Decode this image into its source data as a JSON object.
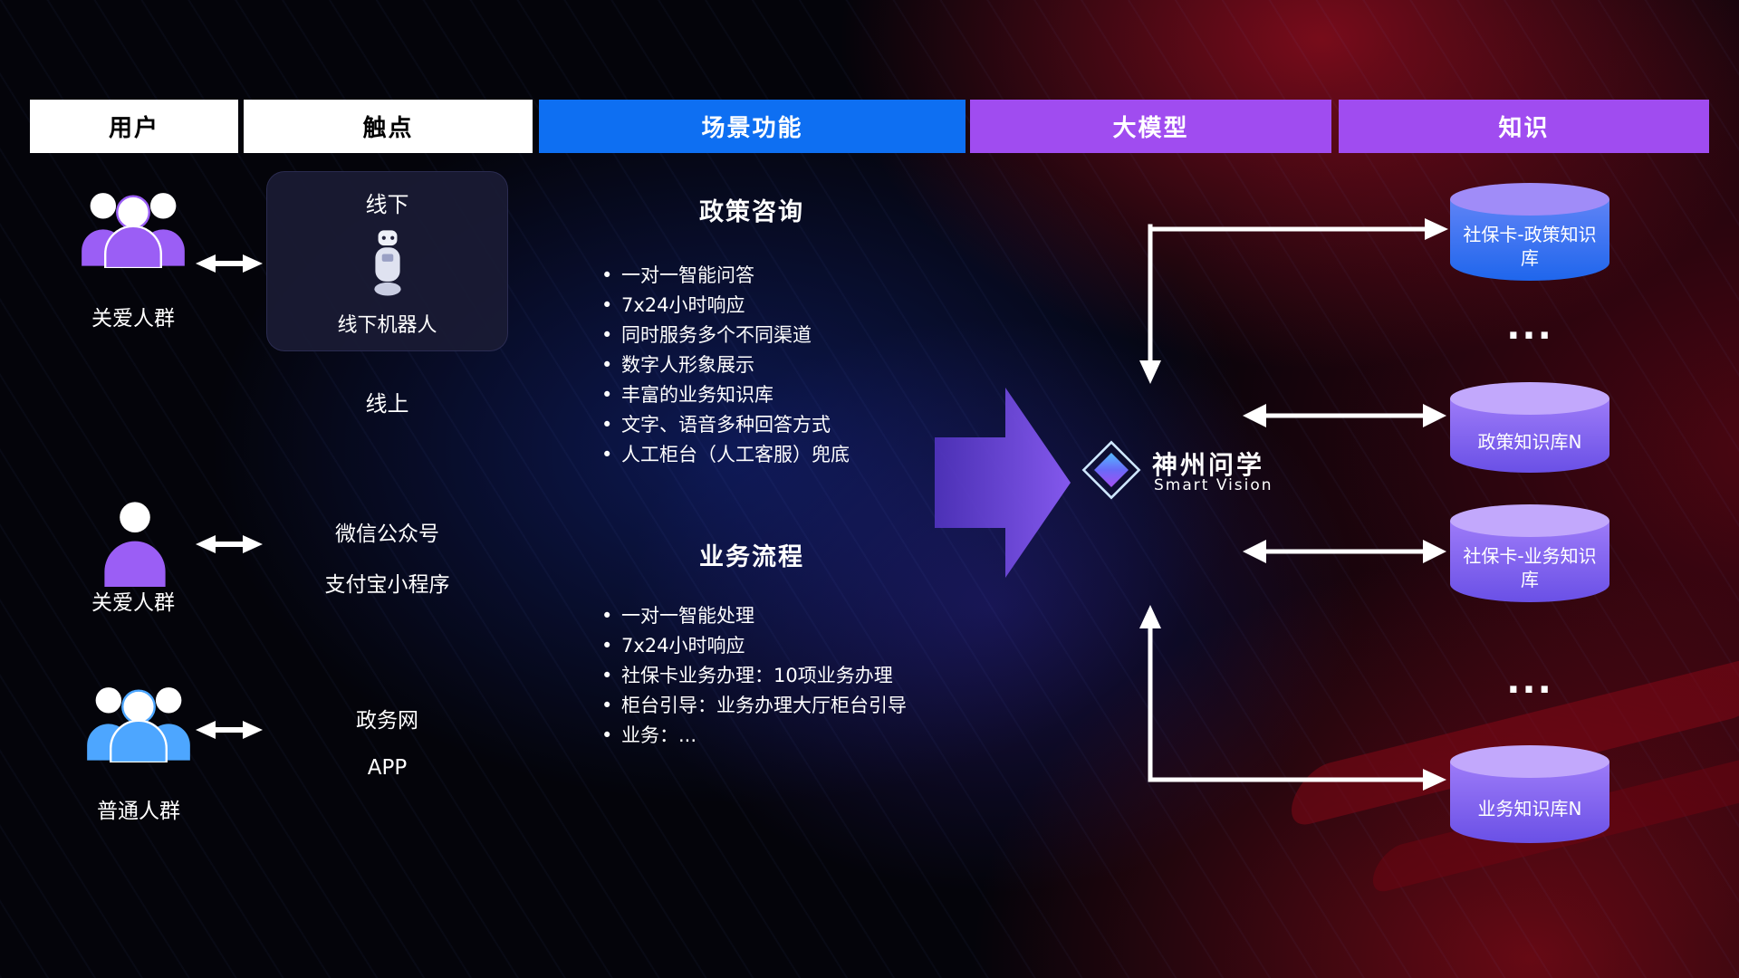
{
  "header": {
    "columns": [
      {
        "label": "用户"
      },
      {
        "label": "触点"
      },
      {
        "label": "场景功能"
      },
      {
        "label": "大模型"
      },
      {
        "label": "知识"
      }
    ]
  },
  "users": [
    {
      "label": "关爱人群",
      "icon": "group-people-purple"
    },
    {
      "label": "关爱人群",
      "icon": "single-person-purple"
    },
    {
      "label": "普通人群",
      "icon": "group-people-blue"
    }
  ],
  "touchpoints": {
    "offline_card": {
      "title": "线下",
      "robot_icon": "robot-image",
      "caption": "线下机器人"
    },
    "online_label": "线上",
    "online_items": [
      "微信公众号",
      "支付宝小程序"
    ],
    "web_items": [
      "政务网",
      "APP"
    ]
  },
  "scenarios": [
    {
      "title": "政策咨询",
      "bullets": [
        "一对一智能问答",
        "7x24小时响应",
        "同时服务多个不同渠道",
        "数字人形象展示",
        "丰富的业务知识库",
        "文字、语音多种回答方式",
        "人工柜台（人工客服）兜底"
      ]
    },
    {
      "title": "业务流程",
      "bullets": [
        "一对一智能处理",
        "7x24小时响应",
        "社保卡业务办理：10项业务办理",
        "柜台引导：业务办理大厅柜台引导",
        "业务：..."
      ]
    }
  ],
  "model": {
    "name": "神州问学",
    "subtitle": "Smart Vision",
    "logo": "diamond-logo"
  },
  "knowledge": {
    "items": [
      {
        "label": "社保卡-政策知识库",
        "color": "blue"
      },
      {
        "label": "...",
        "type": "ellipsis"
      },
      {
        "label": "政策知识库N",
        "color": "purple"
      },
      {
        "label": "社保卡-业务知识库",
        "color": "purple"
      },
      {
        "label": "...",
        "type": "ellipsis"
      },
      {
        "label": "业务知识库N",
        "color": "purple"
      }
    ]
  },
  "colors": {
    "header_blue": "#0e6ff2",
    "header_purple": "#a04cf0",
    "user_purple": "#9b5ef5",
    "user_blue": "#4da6ff",
    "cylinder_blue": "#1f66ec",
    "cylinder_purple": "#6a50e6",
    "arrow_white": "#ffffff",
    "big_arrow_purple": "#7a4fe8"
  }
}
